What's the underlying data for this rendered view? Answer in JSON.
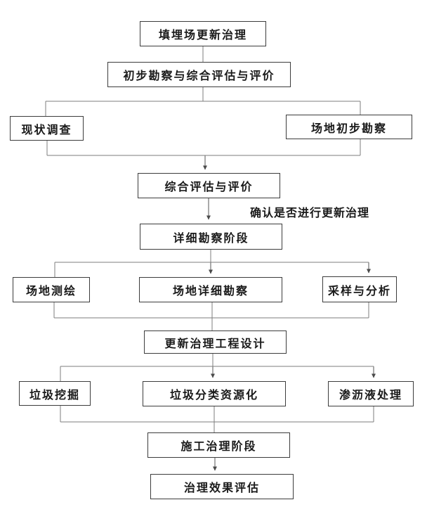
{
  "nodes": {
    "landfill_renewal": "填埋场更新治理",
    "preliminary_survey": "初步勘察与综合评估与评价",
    "status_survey": "现状调查",
    "site_preliminary": "场地初步勘察",
    "comprehensive_eval": "综合评估与评价",
    "detailed_stage": "详细勘察阶段",
    "site_mapping": "场地测绘",
    "site_detailed": "场地详细勘察",
    "sampling_analysis": "采样与分析",
    "engineering_design": "更新治理工程设计",
    "waste_excavation": "垃圾挖掘",
    "waste_sorting": "垃圾分类资源化",
    "leachate_treatment": "渗沥液处理",
    "construction_stage": "施工治理阶段",
    "effect_evaluation": "治理效果评估"
  },
  "annotations": {
    "confirm_note": "确认是否进行更新治理"
  },
  "colors": {
    "background": "#ffffff",
    "box_border": "#3c3c3c",
    "connector": "#7d7d7d",
    "arrow": "#4a4a4a",
    "text": "#1a1a1a"
  }
}
